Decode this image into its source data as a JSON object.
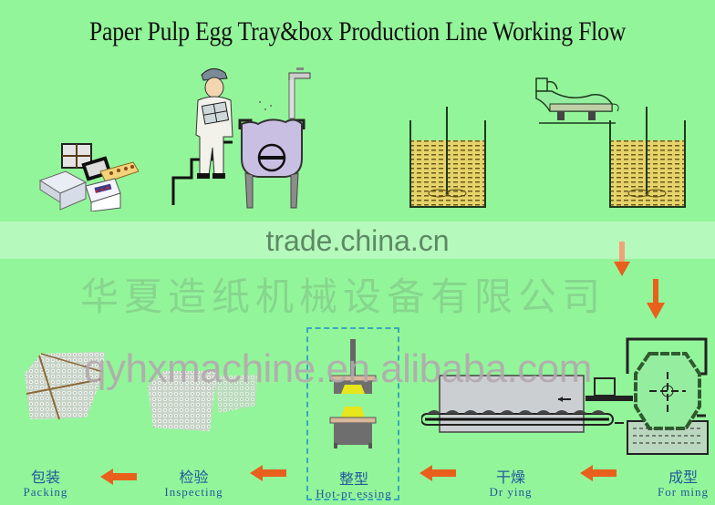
{
  "title": "Paper Pulp Egg Tray&box Production Line Working Flow",
  "watermarks": {
    "trade": "trade.china.cn",
    "company_cn": "华夏造纸机械设备有限公司",
    "alibaba": "qyhxmachine.en.alibaba.com"
  },
  "top_row": [
    {
      "id": "waste-paper",
      "icon": "waste-paper-bundles-icon"
    },
    {
      "id": "pulping",
      "icon": "worker-pulper-tank-icon"
    },
    {
      "id": "mixing-tank-1",
      "icon": "stirring-tank-icon"
    },
    {
      "id": "refiner",
      "icon": "pulp-refiner-icon"
    },
    {
      "id": "mixing-tank-2",
      "icon": "stirring-tank-icon"
    }
  ],
  "steps": [
    {
      "cn": "包装",
      "en": "Packing"
    },
    {
      "cn": "检验",
      "en": "Inspecting"
    },
    {
      "cn": "整型",
      "en": "Hot-pr essing"
    },
    {
      "cn": "干燥",
      "en": "Dr ying"
    },
    {
      "cn": "成型",
      "en": "For ming"
    }
  ],
  "colors": {
    "background": "#93f59a",
    "band": "#b6f9bc",
    "arrow": "#e8601c",
    "label": "#1f5a9a",
    "pulp": "#e6d36a",
    "tank_fluid": "#c9bfe3"
  }
}
